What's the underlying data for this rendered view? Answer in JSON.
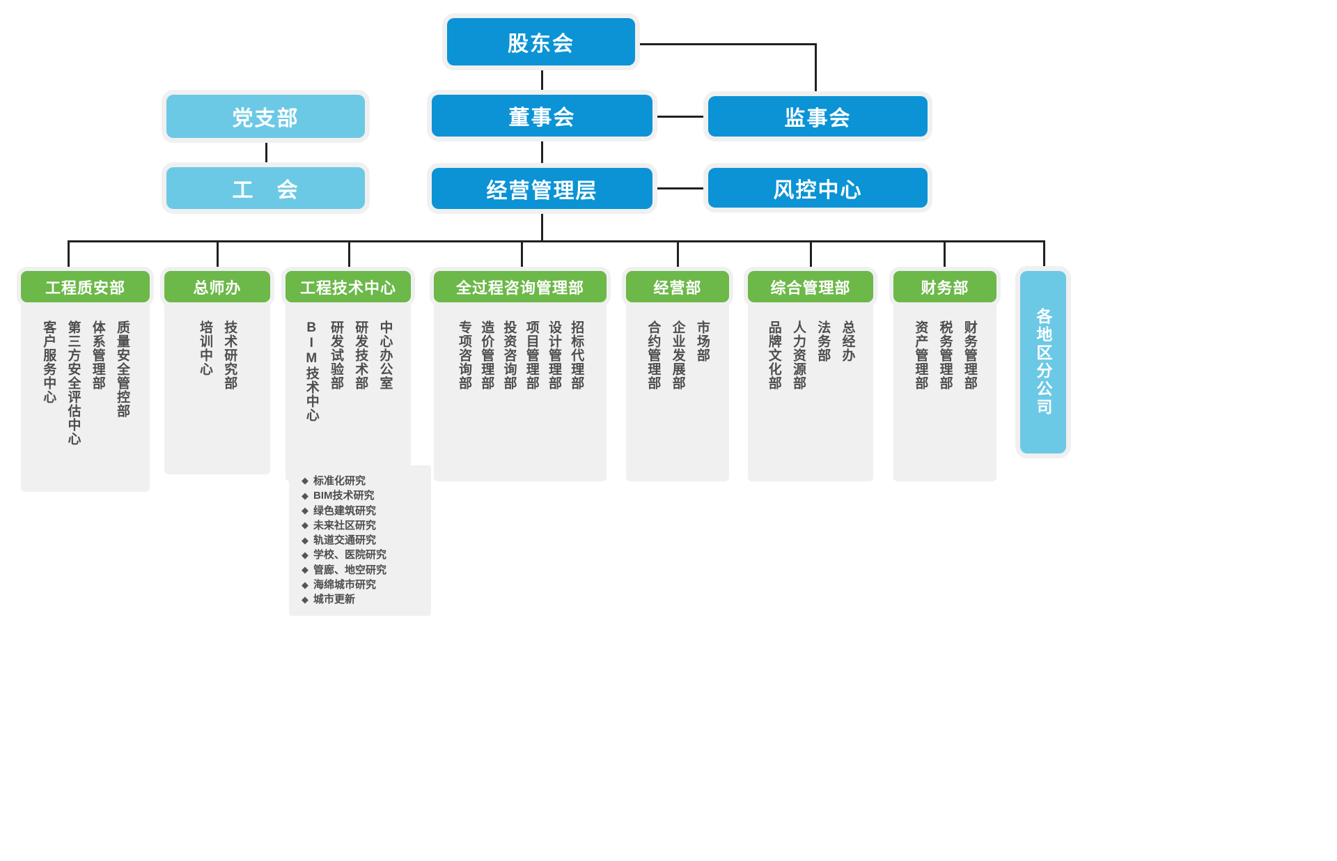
{
  "colors": {
    "primary_blue": "#0b93d5",
    "light_blue": "#6cc9e5",
    "green": "#6cb849",
    "panel_gray": "#f0f0f0",
    "text_gray": "#4d4d4d",
    "line": "#231f20"
  },
  "top": {
    "shareholders": "股东会",
    "board": "董事会",
    "supervisory": "监事会",
    "management": "经营管理层",
    "risk_control": "风控中心",
    "party_branch": "党支部",
    "labor_union": "工　会"
  },
  "departments": [
    {
      "name": "工程质安部",
      "units": [
        "质量安全管控部",
        "体系管理部",
        "第三方安全评估中心",
        "客户服务中心"
      ]
    },
    {
      "name": "总师办",
      "units": [
        "技术研究部",
        "培训中心"
      ]
    },
    {
      "name": "工程技术中心",
      "units": [
        "中心办公室",
        "研发技术部",
        "研发试验部",
        "BIM技术中心"
      ],
      "research": [
        "标准化研究",
        "BIM技术研究",
        "绿色建筑研究",
        "未来社区研究",
        "轨道交通研究",
        "学校、医院研究",
        "管廊、地空研究",
        "海绵城市研究",
        "城市更新"
      ]
    },
    {
      "name": "全过程咨询管理部",
      "units": [
        "招标代理部",
        "设计管理部",
        "项目管理部",
        "投资咨询部",
        "造价管理部",
        "专项咨询部"
      ]
    },
    {
      "name": "经营部",
      "units": [
        "市场部",
        "企业发展部",
        "合约管理部"
      ]
    },
    {
      "name": "综合管理部",
      "units": [
        "总经办",
        "法务部",
        "人力资源部",
        "品牌文化部"
      ]
    },
    {
      "name": "财务部",
      "units": [
        "财务管理部",
        "税务管理部",
        "资产管理部"
      ]
    }
  ],
  "regional": {
    "label": "各地区分公司"
  },
  "bullet_glyph": "◆"
}
